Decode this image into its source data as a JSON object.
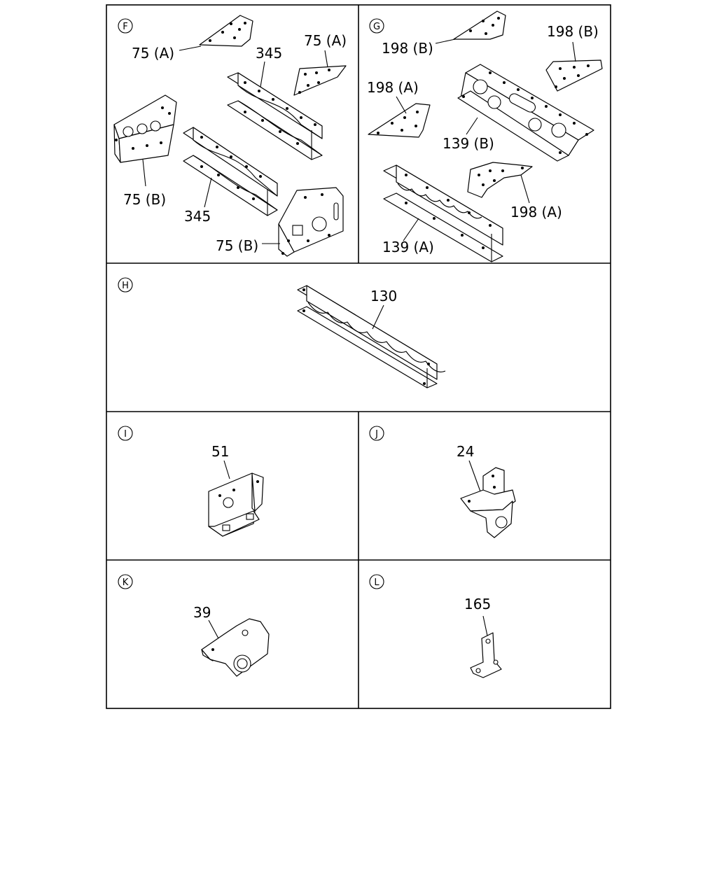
{
  "panels": {
    "F": {
      "letter": "F",
      "labels": [
        "75 (A)",
        "75 (A)",
        "345",
        "345",
        "75 (B)",
        "75 (B)"
      ]
    },
    "G": {
      "letter": "G",
      "labels": [
        "198 (B)",
        "198 (B)",
        "198 (A)",
        "198 (A)",
        "139 (B)",
        "139 (A)"
      ]
    },
    "H": {
      "letter": "H",
      "labels": [
        "130"
      ]
    },
    "I": {
      "letter": "I",
      "labels": [
        "51"
      ]
    },
    "J": {
      "letter": "J",
      "labels": [
        "24"
      ]
    },
    "K": {
      "letter": "K",
      "labels": [
        "39"
      ]
    },
    "L": {
      "letter": "L",
      "labels": [
        "165"
      ]
    }
  },
  "colors": {
    "line": "#000000",
    "background": "#ffffff"
  }
}
